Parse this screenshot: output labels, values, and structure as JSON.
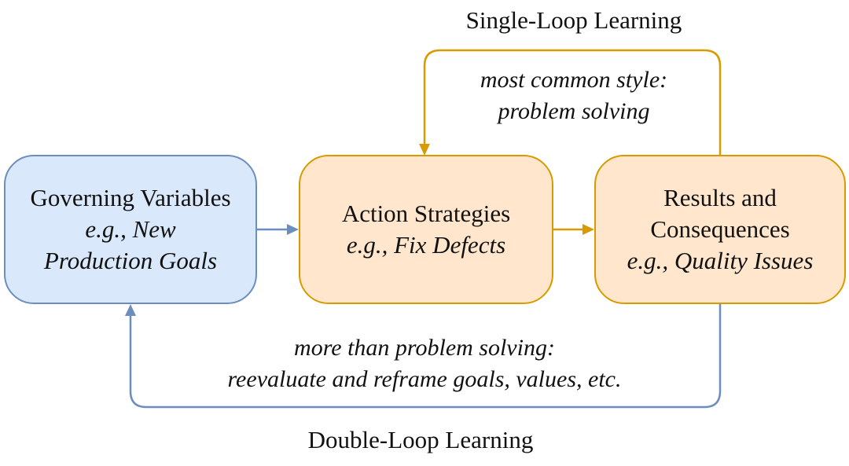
{
  "diagram": {
    "single_loop": {
      "title": "Single-Loop Learning",
      "note_lines": [
        "most common style:",
        "problem solving"
      ],
      "color": "#d79b00"
    },
    "double_loop": {
      "title": "Double-Loop Learning",
      "note_lines": [
        "more than problem solving:",
        "reevaluate and reframe goals, values, etc."
      ],
      "color": "#6c8ebf"
    },
    "nodes": [
      {
        "id": "governing-variables",
        "title_lines": [
          "Governing Variables"
        ],
        "example_lines": [
          "e.g., New",
          "Production Goals"
        ],
        "fill": "#dae8fc",
        "stroke": "#6c8ebf"
      },
      {
        "id": "action-strategies",
        "title_lines": [
          "Action Strategies"
        ],
        "example_lines": [
          "e.g., Fix Defects"
        ],
        "fill": "#ffe6cc",
        "stroke": "#d79b00"
      },
      {
        "id": "results-and-consequences",
        "title_lines": [
          "Results and",
          "Consequences"
        ],
        "example_lines": [
          "e.g., Quality Issues"
        ],
        "fill": "#ffe6cc",
        "stroke": "#d79b00"
      }
    ],
    "edges": [
      {
        "from": "governing-variables",
        "to": "action-strategies"
      },
      {
        "from": "action-strategies",
        "to": "results-and-consequences"
      },
      {
        "from": "results-and-consequences",
        "to": "action-strategies",
        "loop": "single"
      },
      {
        "from": "results-and-consequences",
        "to": "governing-variables",
        "loop": "double"
      }
    ]
  }
}
